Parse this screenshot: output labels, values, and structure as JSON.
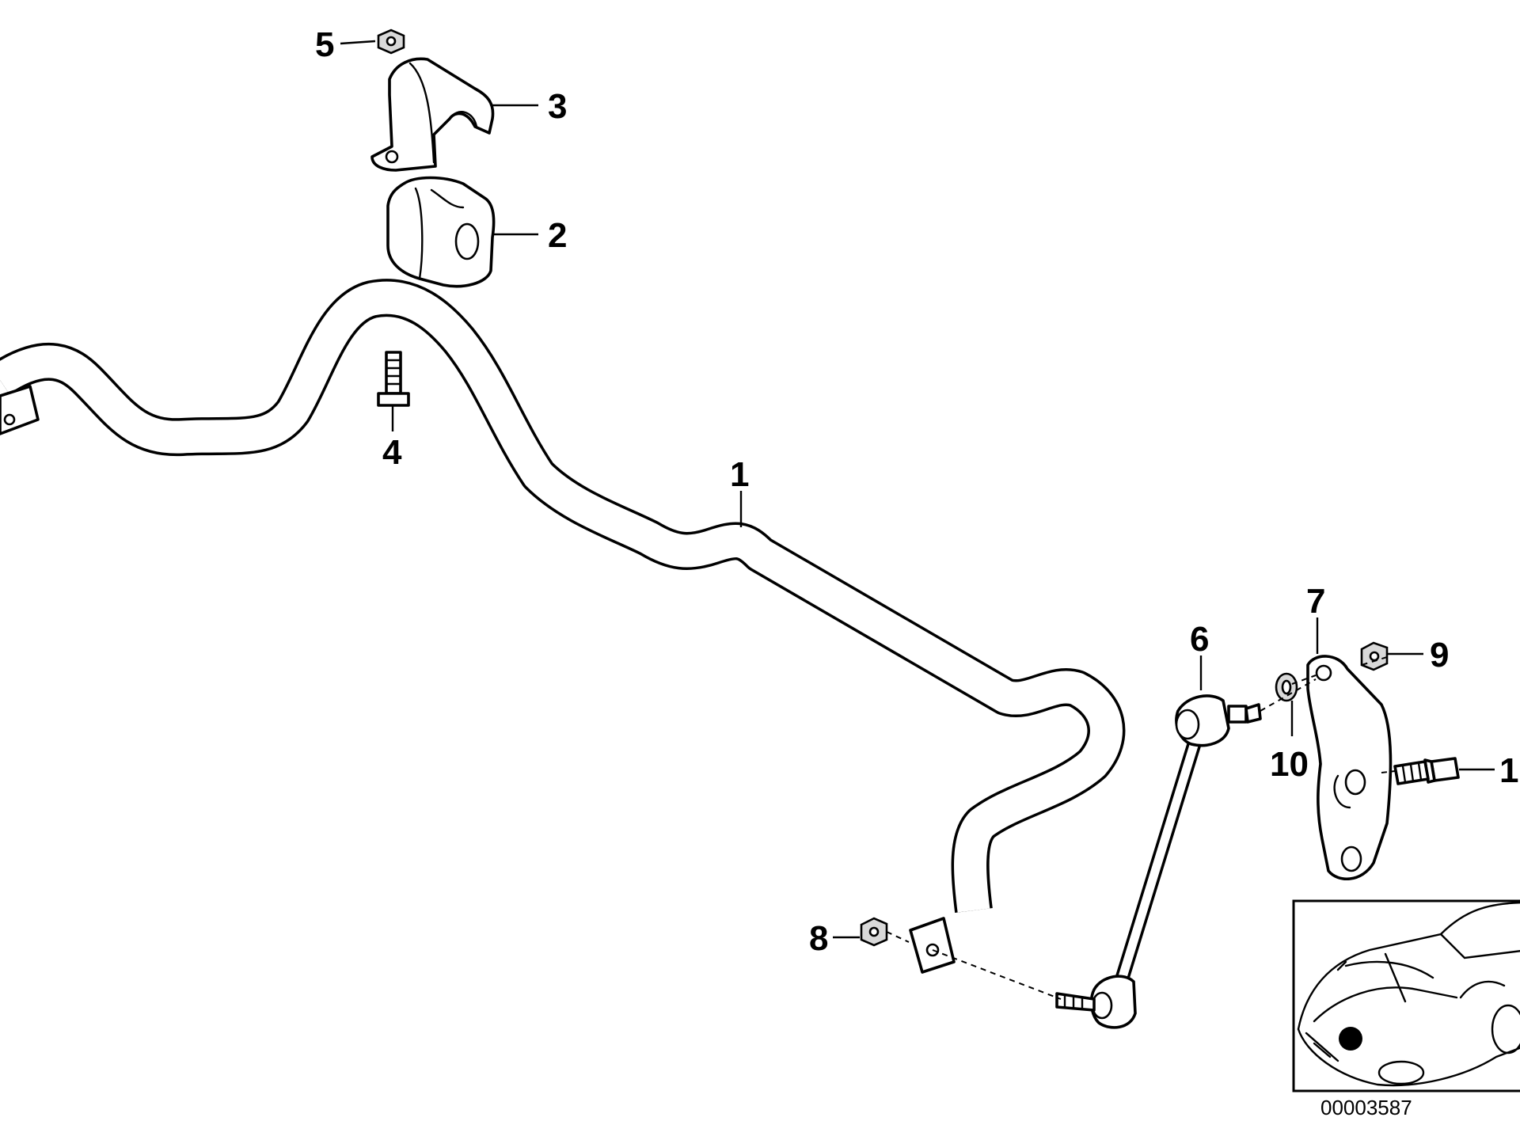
{
  "callouts": {
    "c1": "1",
    "c2": "2",
    "c3": "3",
    "c4": "4",
    "c5": "5",
    "c6": "6",
    "c7": "7",
    "c8": "8",
    "c9": "9",
    "c10": "10",
    "c11": "1"
  },
  "document_number": "00003587",
  "colors": {
    "line": "#000000",
    "background": "#ffffff",
    "location_dot": "#000000"
  },
  "icons": [
    "stabilizer-bar",
    "rubber-mounting",
    "clamp",
    "bolt",
    "nut",
    "link-rod",
    "bracket",
    "washer",
    "car-locator-inset"
  ]
}
